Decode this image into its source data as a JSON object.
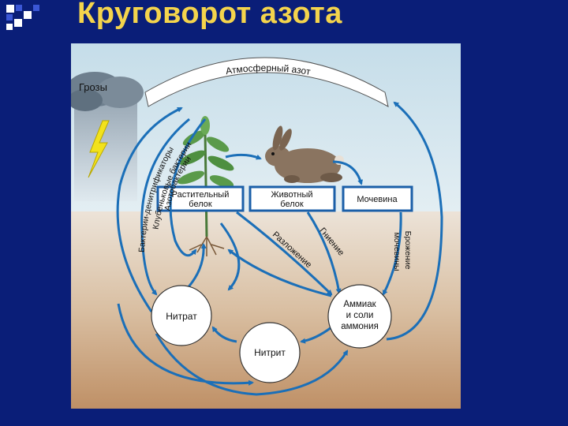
{
  "slide": {
    "title": "Круговорот азота"
  },
  "diagram": {
    "atmosphere_label": "Атмосферный азот",
    "storm_label": "Грозы",
    "boxes": {
      "plant_protein": [
        "Растительный",
        "белок"
      ],
      "animal_protein": [
        "Животный",
        "белок"
      ],
      "urea": "Мочевина"
    },
    "circles": {
      "nitrate": "Нитрат",
      "nitrite": "Нитрит",
      "ammonia": [
        "Аммиак",
        "и соли",
        "аммония"
      ]
    },
    "process_labels": {
      "denitrifiers": "Бактерии-денитрификаторы",
      "nodule_bacteria": "Клубеньковые бактерии",
      "azotobacteria": "Азотобактерии",
      "decomposition": "Разложение",
      "putrefaction": "Гниение",
      "urea_fermentation": [
        "Брожение",
        "мочевины"
      ]
    },
    "colors": {
      "arrow": "#1b6fb8",
      "box_border": "#1b5fa8",
      "sky": "#d4e6ef",
      "soil": "#c9a27c"
    }
  }
}
